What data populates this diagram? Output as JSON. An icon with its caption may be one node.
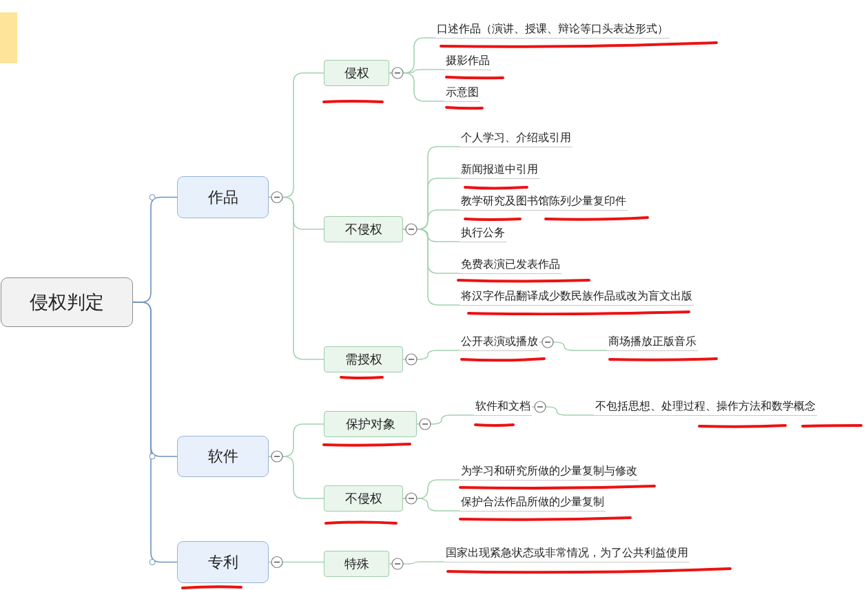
{
  "diagram": {
    "nodes": [
      {
        "text": [
          "侵权判定"
        ]
      },
      {
        "text": [
          "作品"
        ]
      },
      {
        "text": [
          "侵权"
        ]
      },
      {
        "text": [
          "口述作品（演讲、授课、辩论等口头表达形式）"
        ]
      },
      {
        "text": [
          "摄影作品"
        ]
      },
      {
        "text": [
          "示意图"
        ]
      },
      {
        "text": [
          "不侵权"
        ]
      },
      {
        "text": [
          "个人学习、介绍或引用"
        ]
      },
      {
        "text": [
          "新闻报道中引用"
        ]
      },
      {
        "text": [
          "教学研究及图书馆陈列少量复印件"
        ]
      },
      {
        "text": [
          "执行公务"
        ]
      },
      {
        "text": [
          "免费表演已发表作品"
        ]
      },
      {
        "text": [
          "将汉字作品翻译成少数民族作品或改为盲文出版"
        ]
      },
      {
        "text": [
          "需授权"
        ]
      },
      {
        "text": [
          "公开表演或播放"
        ]
      },
      {
        "text": [
          "商场播放正版音乐"
        ]
      },
      {
        "text": [
          "软件"
        ]
      },
      {
        "text": [
          "保护对象"
        ]
      },
      {
        "text": [
          "软件和文档"
        ]
      },
      {
        "text": [
          "不包括思想、处理过程、操作方法和数学概念"
        ]
      },
      {
        "text": [
          "不侵权"
        ]
      },
      {
        "text": [
          "为学习和研究所做的少量复制与修改"
        ]
      },
      {
        "text": [
          "保护合法作品所做的少量复制"
        ]
      },
      {
        "text": [
          "专利"
        ]
      },
      {
        "text": [
          "特殊"
        ]
      },
      {
        "text": [
          "国家出现紧急状态或非常情况，为了公共利益使用"
        ]
      },
      {
        "text": [],
        "shape": "box"
      }
    ],
    "edges": [
      {
        "from": 0,
        "to": 1,
        "arrow": "none"
      },
      {
        "from": 0,
        "to": 16,
        "arrow": "none"
      },
      {
        "from": 0,
        "to": 23,
        "arrow": "none"
      },
      {
        "from": 1,
        "to": 2,
        "arrow": "none"
      },
      {
        "from": 1,
        "to": 6,
        "arrow": "none"
      },
      {
        "from": 1,
        "to": 13,
        "arrow": "none"
      },
      {
        "from": 2,
        "to": 3,
        "arrow": "none"
      },
      {
        "from": 2,
        "to": 4,
        "arrow": "none"
      },
      {
        "from": 2,
        "to": 5,
        "arrow": "none"
      },
      {
        "from": 6,
        "to": 7,
        "arrow": "none"
      },
      {
        "from": 6,
        "to": 8,
        "arrow": "none"
      },
      {
        "from": 6,
        "to": 9,
        "arrow": "none"
      },
      {
        "from": 6,
        "to": 10,
        "arrow": "none"
      },
      {
        "from": 6,
        "to": 11,
        "arrow": "none"
      },
      {
        "from": 6,
        "to": 12,
        "arrow": "none"
      },
      {
        "from": 13,
        "to": 14,
        "arrow": "none"
      },
      {
        "from": 14,
        "to": 15,
        "arrow": "none"
      },
      {
        "from": 16,
        "to": 17,
        "arrow": "none"
      },
      {
        "from": 16,
        "to": 20,
        "arrow": "none"
      },
      {
        "from": 17,
        "to": 18,
        "arrow": "none"
      },
      {
        "from": 18,
        "to": 19,
        "arrow": "none"
      },
      {
        "from": 20,
        "to": 21,
        "arrow": "none"
      },
      {
        "from": 20,
        "to": 22,
        "arrow": "none"
      },
      {
        "from": 23,
        "to": 24,
        "arrow": "none"
      },
      {
        "from": 24,
        "to": 25,
        "arrow": "none"
      }
    ]
  }
}
